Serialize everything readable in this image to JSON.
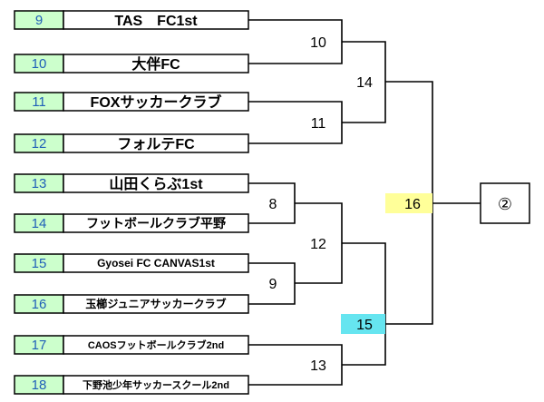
{
  "teams": [
    {
      "seed": "9",
      "name": "TAS　FC1st"
    },
    {
      "seed": "10",
      "name": "大伴FC"
    },
    {
      "seed": "11",
      "name": "FOXサッカークラブ"
    },
    {
      "seed": "12",
      "name": "フォルテFC"
    },
    {
      "seed": "13",
      "name": "山田くらぶ1st"
    },
    {
      "seed": "14",
      "name": "フットボールクラブ平野"
    },
    {
      "seed": "15",
      "name": "Gyosei FC CANVAS1st"
    },
    {
      "seed": "16",
      "name": "玉櫛ジュニアサッカークラブ"
    },
    {
      "seed": "17",
      "name": "CAOSフットボールクラブ2nd"
    },
    {
      "seed": "18",
      "name": "下野池少年サッカースクール2nd"
    }
  ],
  "matches": {
    "m8": "8",
    "m9": "9",
    "m10": "10",
    "m11": "11",
    "m12": "12",
    "m13": "13",
    "m14": "14",
    "m15": "15",
    "m16": "16"
  },
  "highlight_colors": {
    "m16": "#ffff99",
    "m15": "#66e5f0",
    "seed_fill": "#ccffcc",
    "seed_text": "#1f5fb8"
  },
  "final": {
    "label": "②"
  }
}
